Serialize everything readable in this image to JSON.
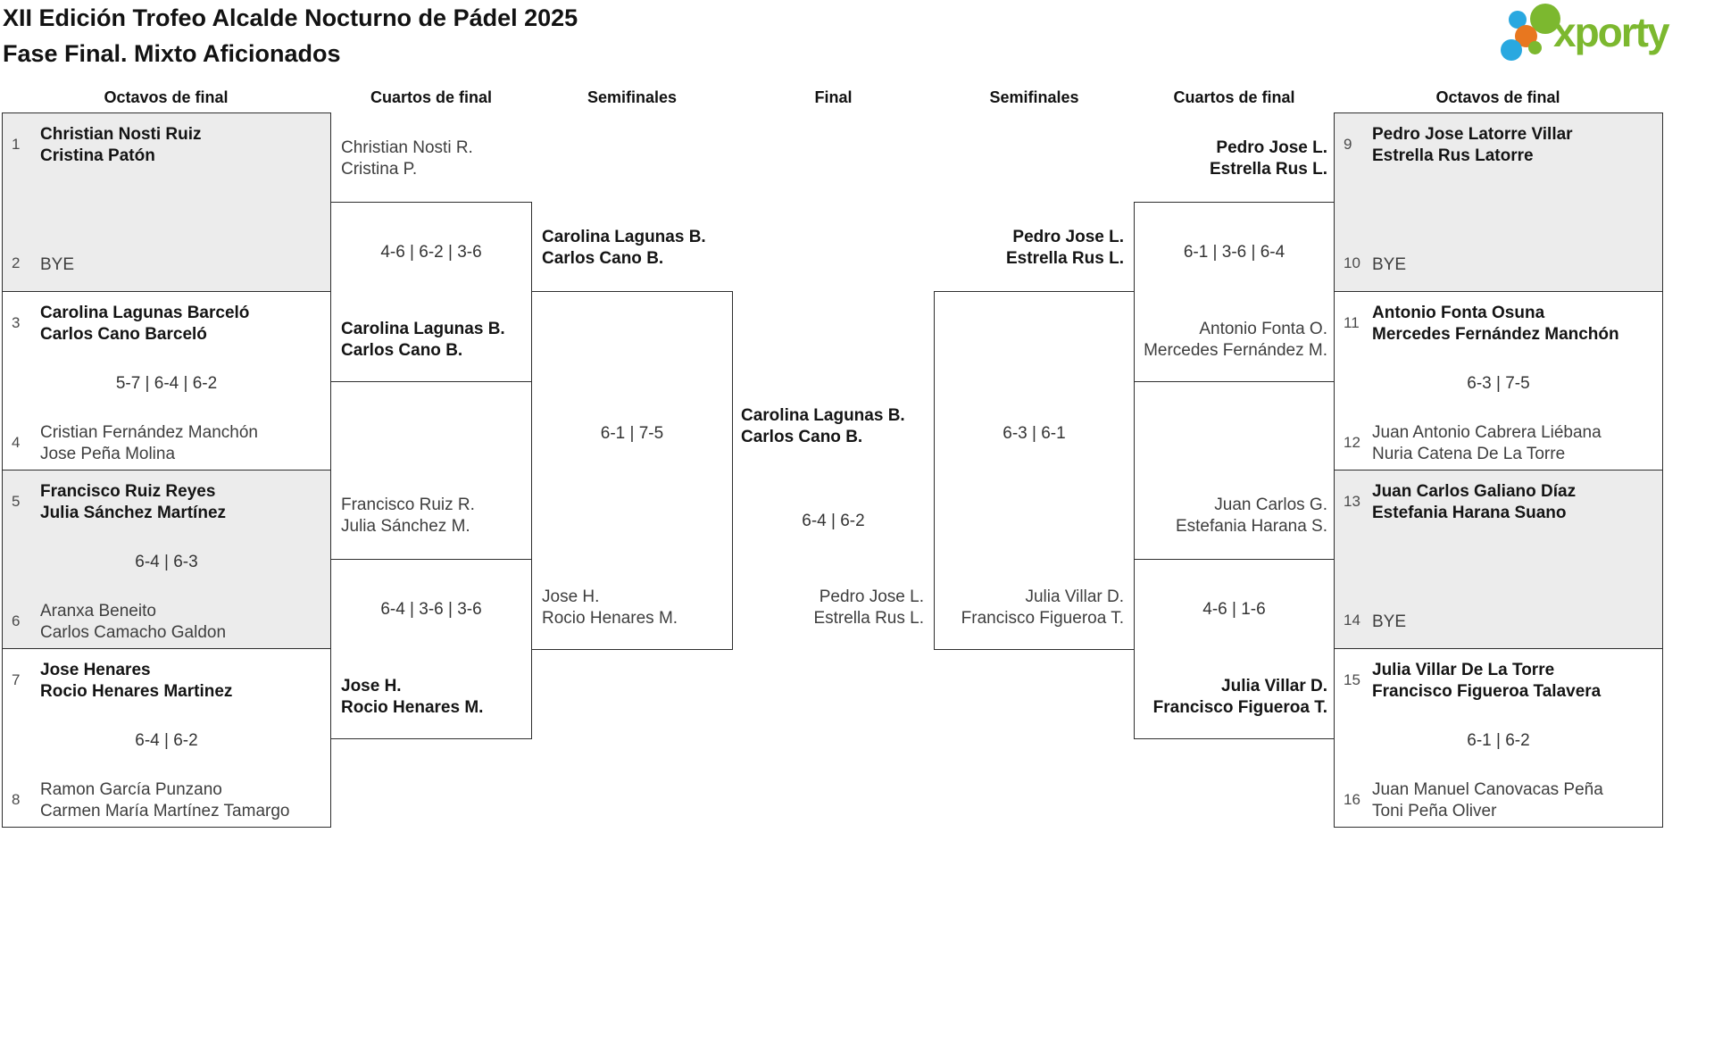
{
  "title": {
    "line1": "XII Edición Trofeo Alcalde Nocturno de Pádel 2025",
    "line2": "Fase Final. Mixto Aficionados"
  },
  "logo": {
    "text": "xporty",
    "green": "#7cb82f",
    "blue": "#29a8e0",
    "orange": "#e8771f"
  },
  "round_headers": [
    "Octavos de final",
    "Cuartos de final",
    "Semifinales",
    "Final",
    "Semifinales",
    "Cuartos de final",
    "Octavos de final"
  ],
  "r16": [
    {
      "seed_top": "1",
      "top_player1": "Christian Nosti Ruiz",
      "top_player2": "Cristina Patón",
      "seed_bot": "2",
      "bot_player1": "BYE"
    },
    {
      "seed_top": "3",
      "top_player1": "Carolina Lagunas Barceló",
      "top_player2": "Carlos Cano Barceló",
      "score": "5-7 | 6-4 | 6-2",
      "seed_bot": "4",
      "bot_player1": "Cristian Fernández Manchón",
      "bot_player2": "Jose Peña Molina"
    },
    {
      "seed_top": "5",
      "top_player1": "Francisco Ruiz Reyes",
      "top_player2": "Julia Sánchez Martínez",
      "score": "6-4 | 6-3",
      "seed_bot": "6",
      "bot_player1": "Aranxa Beneito",
      "bot_player2": "Carlos Camacho Galdon"
    },
    {
      "seed_top": "7",
      "top_player1": "Jose Henares",
      "top_player2": "Rocio Henares Martinez",
      "score": "6-4 | 6-2",
      "seed_bot": "8",
      "bot_player1": "Ramon García Punzano",
      "bot_player2": "Carmen María Martínez Tamargo"
    },
    {
      "seed_top": "9",
      "top_player1": "Pedro Jose Latorre Villar",
      "top_player2": "Estrella Rus Latorre",
      "seed_bot": "10",
      "bot_player1": "BYE"
    },
    {
      "seed_top": "11",
      "top_player1": "Antonio Fonta Osuna",
      "top_player2": "Mercedes Fernández Manchón",
      "score": "6-3 | 7-5",
      "seed_bot": "12",
      "bot_player1": "Juan Antonio Cabrera Liébana",
      "bot_player2": "Nuria Catena De La Torre"
    },
    {
      "seed_top": "13",
      "top_player1": "Juan Carlos Galiano Díaz",
      "top_player2": "Estefania Harana Suano",
      "seed_bot": "14",
      "bot_player1": "BYE"
    },
    {
      "seed_top": "15",
      "top_player1": "Julia Villar De La Torre",
      "top_player2": "Francisco Figueroa Talavera",
      "score": "6-1 | 6-2",
      "seed_bot": "16",
      "bot_player1": "Juan Manuel Canovacas Peña",
      "bot_player2": "Toni Peña Oliver"
    }
  ],
  "qf": {
    "left1": {
      "top1": "Christian Nosti R.",
      "top2": "Cristina P.",
      "score": "4-6 | 6-2 | 3-6",
      "bot1": "Carolina Lagunas B.",
      "bot2": "Carlos Cano B."
    },
    "left2": {
      "top1": "Francisco Ruiz R.",
      "top2": "Julia Sánchez M.",
      "score": "6-4 | 3-6 | 3-6",
      "bot1": "Jose H.",
      "bot2": "Rocio Henares M."
    },
    "right1": {
      "top1": "Pedro Jose L.",
      "top2": "Estrella Rus L.",
      "score": "6-1 | 3-6 | 6-4",
      "bot1": "Antonio Fonta O.",
      "bot2": "Mercedes Fernández M."
    },
    "right2": {
      "top1": "Juan Carlos G.",
      "top2": "Estefania Harana S.",
      "score": "4-6 | 1-6",
      "bot1": "Julia Villar D.",
      "bot2": "Francisco Figueroa T."
    }
  },
  "sf": {
    "left": {
      "top1": "Carolina Lagunas B.",
      "top2": "Carlos Cano B.",
      "score": "6-1 | 7-5",
      "bot1": "Jose H.",
      "bot2": "Rocio Henares M."
    },
    "right": {
      "top1": "Pedro Jose L.",
      "top2": "Estrella Rus L.",
      "score": "6-3 | 6-1",
      "bot1": "Julia Villar D.",
      "bot2": "Francisco Figueroa T."
    }
  },
  "final": {
    "winner1": "Carolina Lagunas B.",
    "winner2": "Carlos Cano B.",
    "score": "6-4 | 6-2",
    "runnerup1": "Pedro Jose L.",
    "runnerup2": "Estrella Rus L."
  }
}
